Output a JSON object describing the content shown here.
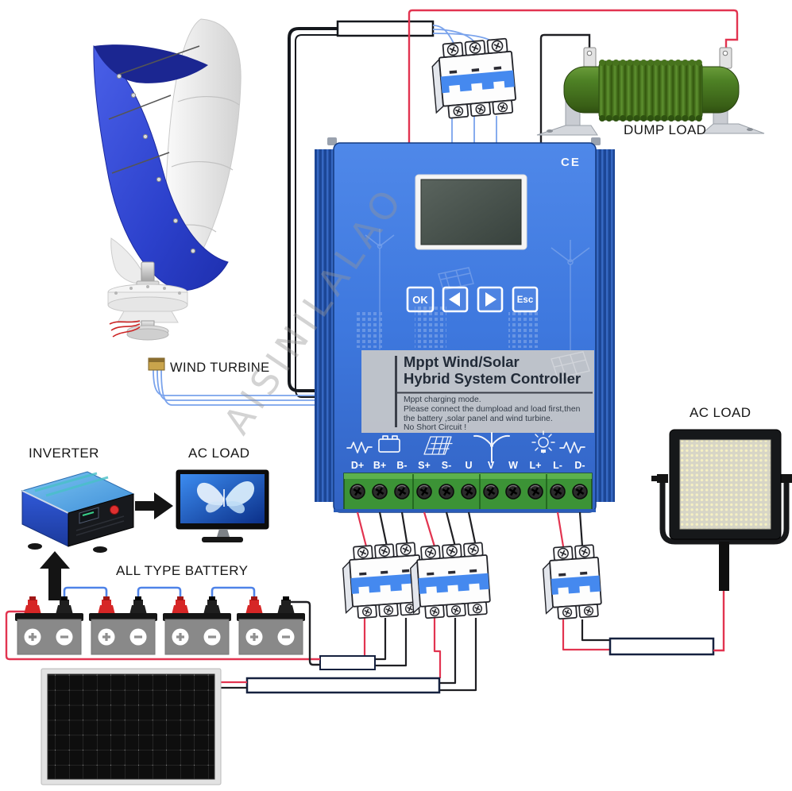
{
  "labels": {
    "wind_turbine": "WIND TURBINE",
    "dump_load": "DUMP LOAD",
    "inverter": "INVERTER",
    "ac_load_left": "AC LOAD",
    "ac_load_right": "AC LOAD",
    "all_type_battery": "ALL TYPE BATTERY"
  },
  "watermark_text": "AISINILALAO",
  "controller": {
    "ce_mark": "CE",
    "title_line1": "Mppt Wind/Solar",
    "title_line2": "Hybrid System Controller",
    "description_lines": [
      "Mppt charging mode.",
      "Please connect the dumpload and load first,then",
      "the battery ,solar panel and wind turbine.",
      "No Short Circuit !"
    ],
    "buttons": {
      "ok": "OK",
      "esc": "Esc"
    },
    "terminals": [
      "D+",
      "B+",
      "B-",
      "S+",
      "S-",
      "U",
      "V",
      "W",
      "L+",
      "L-",
      "D-"
    ]
  },
  "colors": {
    "wire_red": "#e23450",
    "wire_blue": "#7aa3ec",
    "wire_black": "#1f1f23",
    "controller_blue": "#3f78dd",
    "terminal_green": "#3c9336",
    "dump_load_green": "#4c8125",
    "breaker_blue": "#4589ef",
    "turbine_blue": "#3346c8",
    "battery_gray": "#8a8a8a"
  }
}
